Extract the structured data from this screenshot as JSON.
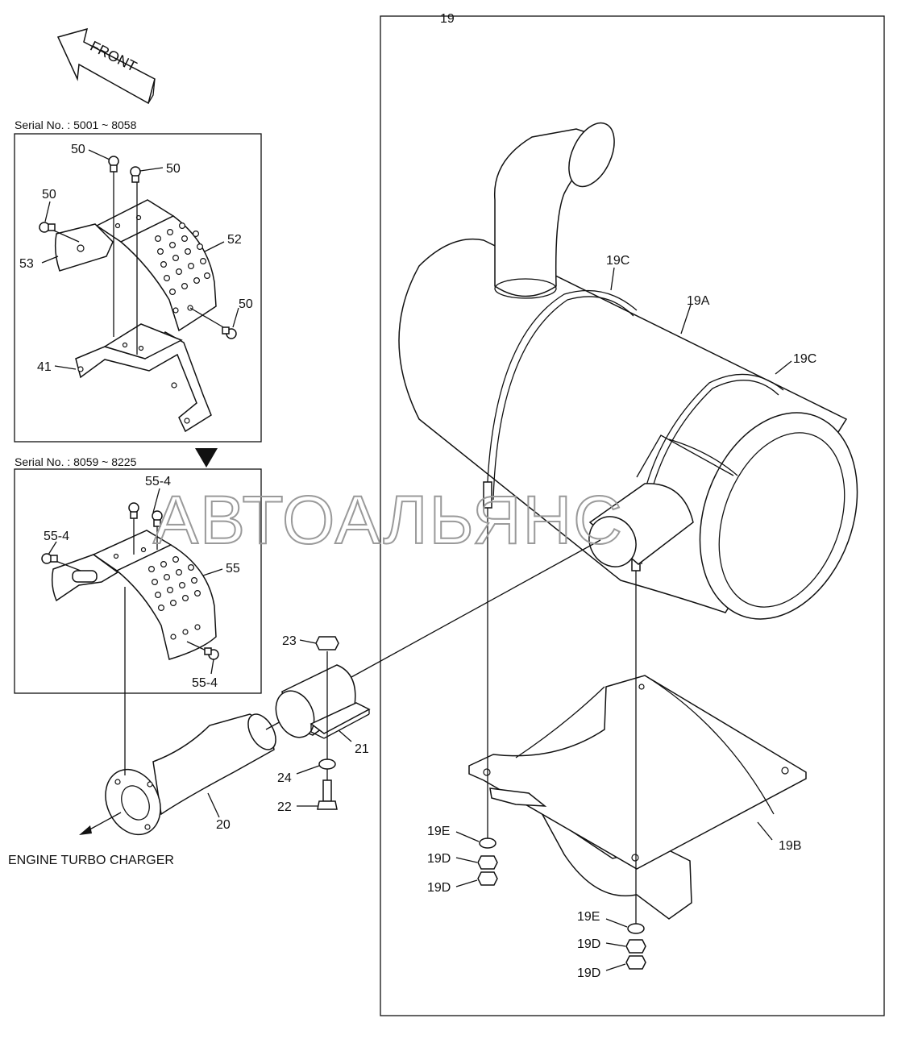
{
  "direction_label": "FRONT",
  "watermark": "АВТОАЛЬЯНС",
  "serial_ranges": [
    "Serial No. : 5001 ~ 8058",
    "Serial No. : 8059 ~ 8225"
  ],
  "engine_label": "ENGINE TURBO CHARGER",
  "part_labels": {
    "p19": "19",
    "p19a": "19A",
    "p19b": "19B",
    "p19c": "19C",
    "p19d": "19D",
    "p19e": "19E",
    "p20": "20",
    "p21": "21",
    "p22": "22",
    "p23": "23",
    "p24": "24",
    "p41": "41",
    "p50": "50",
    "p52": "52",
    "p53": "53",
    "p55": "55",
    "p55_4": "55-4"
  },
  "colors": {
    "line": "#111111",
    "watermark": "#9a9a9a",
    "background": "#ffffff"
  }
}
